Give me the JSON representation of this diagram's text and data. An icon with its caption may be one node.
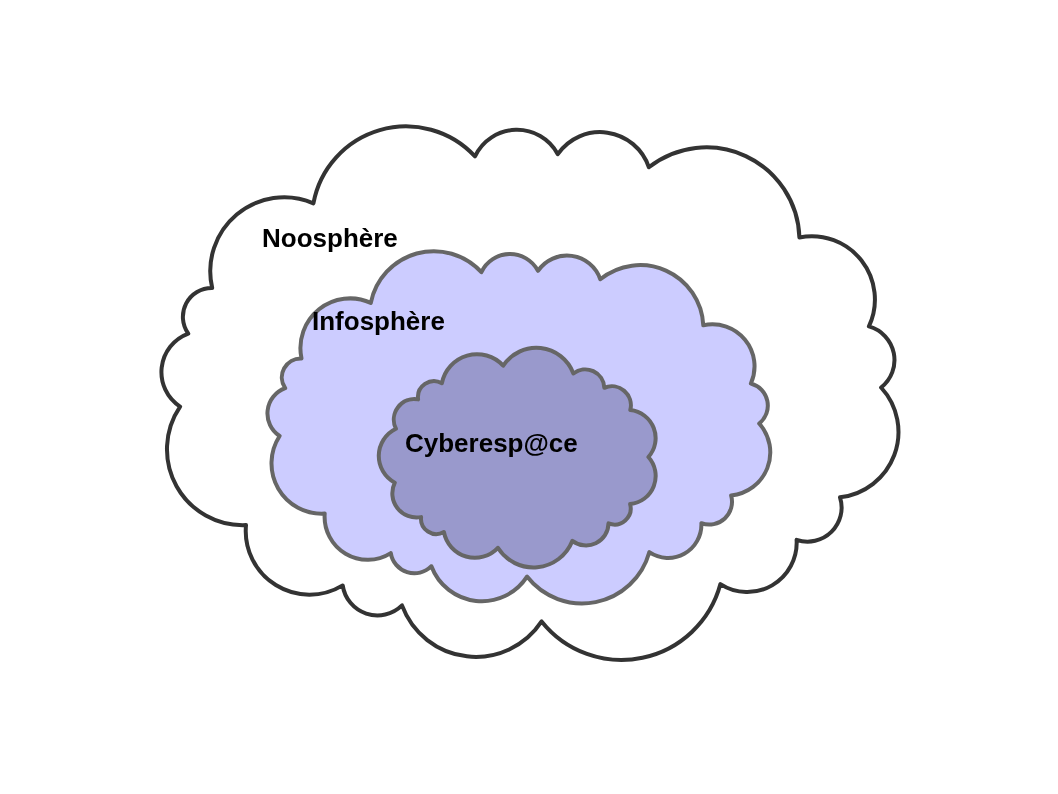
{
  "diagram": {
    "nodes": [
      {
        "text": [
          "Noosphère"
        ]
      },
      {
        "text": [
          "Infosphère"
        ],
        "in": 0
      },
      {
        "text": [
          "Cyberesp@ce"
        ],
        "in": 1
      }
    ]
  }
}
